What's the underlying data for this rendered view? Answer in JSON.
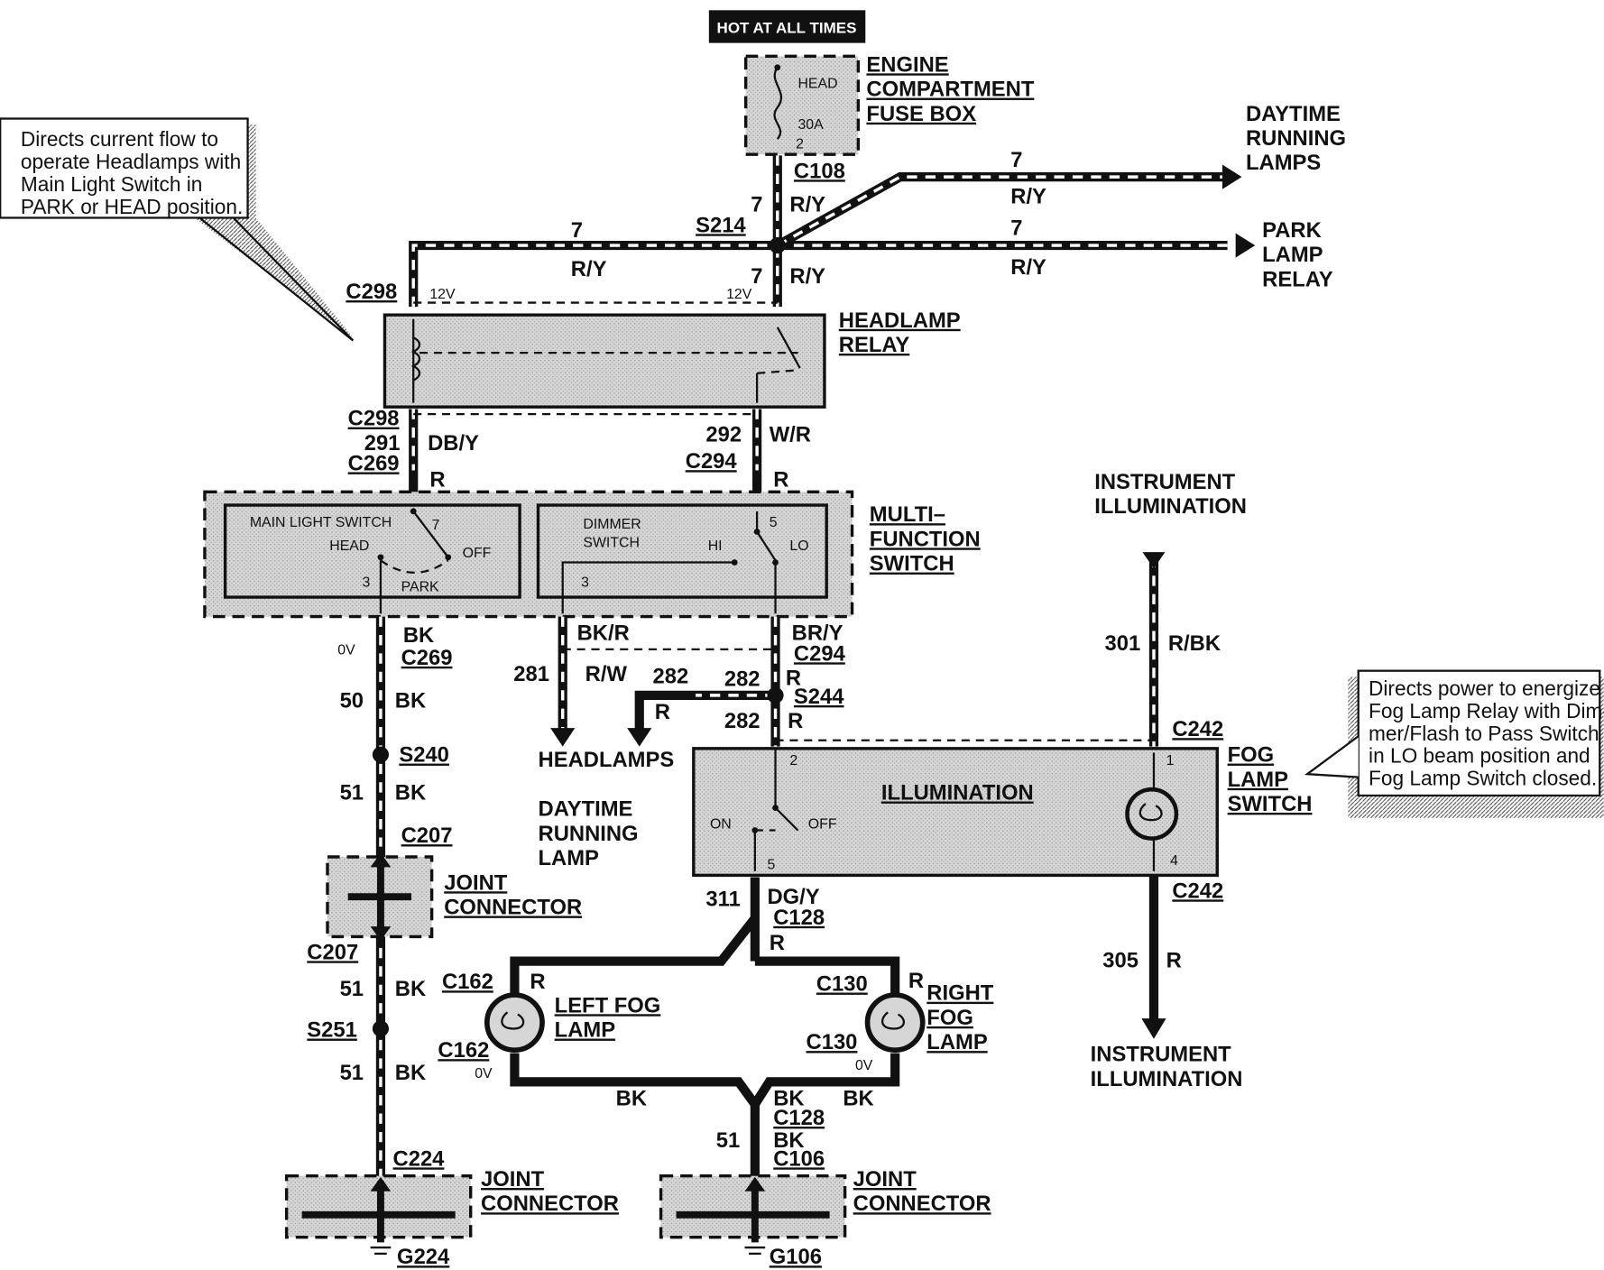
{
  "header": {
    "hot_label": "HOT AT ALL TIMES"
  },
  "fuse_box": {
    "title1": "ENGINE",
    "title2": "COMPARTMENT",
    "title3": "FUSE BOX",
    "fuse_name": "HEAD",
    "fuse_rating": "30A",
    "pin": "2"
  },
  "connectors": {
    "c108": "C108",
    "s214": "S214",
    "c298_top": "C298",
    "c298_bottom": "C298",
    "c269_top": "C269",
    "c294_top": "C294",
    "c269_bottom": "C269",
    "c294_bottom": "C294",
    "s244": "S244",
    "s240": "S240",
    "c207_top": "C207",
    "c207_bottom": "C207",
    "s251": "S251",
    "c224": "C224",
    "g224": "G224",
    "c242_top": "C242",
    "c242_bottom": "C242",
    "c128_top": "C128",
    "c162_top": "C162",
    "c162_bottom": "C162",
    "c130_top": "C130",
    "c130_bottom": "C130",
    "c128_bottom": "C128",
    "c106": "C106",
    "g106": "G106"
  },
  "wires": {
    "w7": "7",
    "ry": "R/Y",
    "v12": "12V",
    "w291": "291",
    "dby": "DB/Y",
    "w292": "292",
    "wr": "W/R",
    "r": "R",
    "bk": "BK",
    "bkr": "BK/R",
    "bry": "BR/Y",
    "ov": "0V",
    "w50": "50",
    "w51": "51",
    "w281": "281",
    "rw": "R/W",
    "w282": "282",
    "w301": "301",
    "rbk": "R/BK",
    "w311": "311",
    "dgy": "DG/Y",
    "w305": "305"
  },
  "destinations": {
    "drl1": "DAYTIME",
    "drl2": "RUNNING",
    "drl3": "LAMPS",
    "plr1": "PARK",
    "plr2": "LAMP",
    "plr3": "RELAY",
    "headlamps": "HEADLAMPS",
    "drlamp1": "DAYTIME",
    "drlamp2": "RUNNING",
    "drlamp3": "LAMP",
    "ii1": "INSTRUMENT",
    "ii2": "ILLUMINATION"
  },
  "components": {
    "relay1": "HEADLAMP",
    "relay2": "RELAY",
    "mfs1": "MULTI–",
    "mfs2": "FUNCTION",
    "mfs3": "SWITCH",
    "main_switch": "MAIN LIGHT SWITCH",
    "head": "HEAD",
    "park": "PARK",
    "off": "OFF",
    "dimmer1": "DIMMER",
    "dimmer2": "SWITCH",
    "hi": "HI",
    "lo": "LO",
    "pin7": "7",
    "pin3": "3",
    "pin5": "5",
    "pin1": "1",
    "pin2": "2",
    "pin4": "4",
    "fog1": "FOG",
    "fog2": "LAMP",
    "fog3": "SWITCH",
    "illumination": "ILLUMINATION",
    "on": "ON",
    "jc1": "JOINT",
    "jc2": "CONNECTOR",
    "lfog1": "LEFT FOG",
    "lfog2": "LAMP",
    "rfog1": "RIGHT",
    "rfog2": "FOG",
    "rfog3": "LAMP"
  },
  "notes": {
    "left": [
      "Directs  current  flow  to",
      "operate Headlamps with",
      "Main   Light   Switch   in",
      "PARK or HEAD position."
    ],
    "right": [
      "Directs power to energize",
      "Fog Lamp Relay with Dim-",
      "mer/Flash to Pass Switch",
      "in LO beam position and",
      "Fog Lamp Switch closed."
    ]
  }
}
